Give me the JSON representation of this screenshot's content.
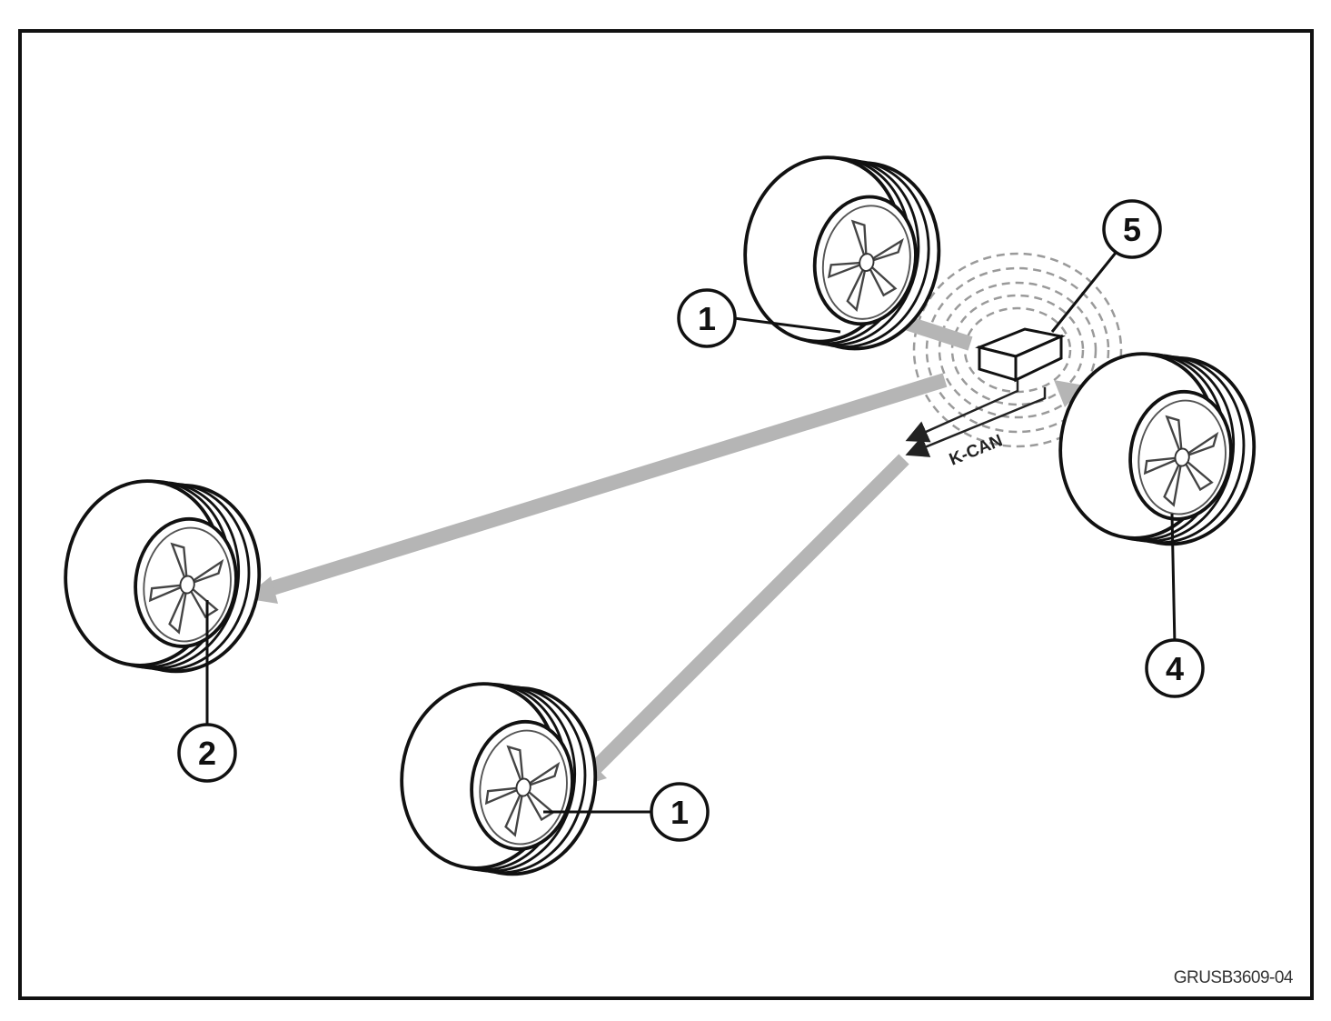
{
  "figure_code": "GRUSB3609-04",
  "bus_label": "K-CAN",
  "callouts": {
    "front_right_wheel": "1",
    "front_left_wheel": "1",
    "rear_left_wheel": "2",
    "rear_right_wheel": "4",
    "control_unit": "5"
  },
  "colors": {
    "line": "#111111",
    "arrow": "#b5b5b5",
    "signal_rings": "#9a9a9a",
    "background": "#ffffff"
  }
}
